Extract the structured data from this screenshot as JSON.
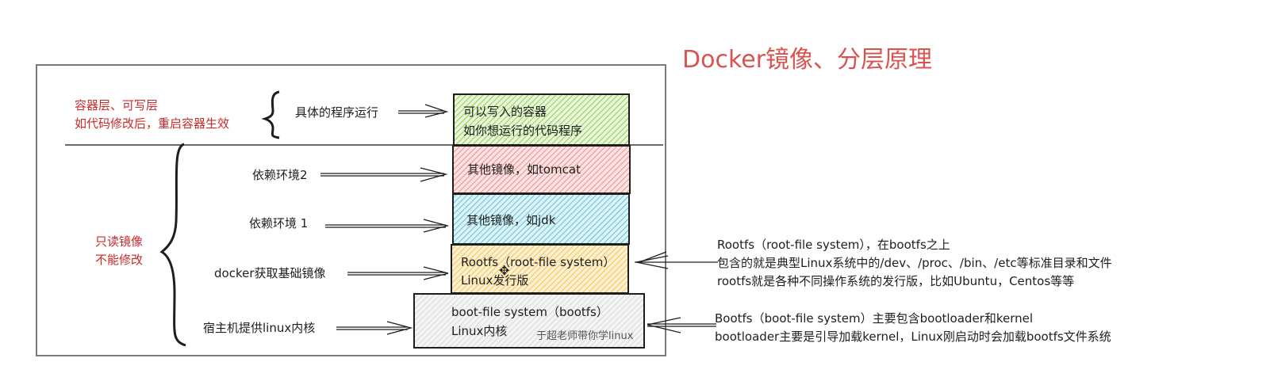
{
  "title": "Docker镜像、分层原理",
  "colors": {
    "title": "#d9534f",
    "annotation_red": "#c92a2a",
    "stroke": "#1e1e1e",
    "layer_container": "#8fce4a",
    "layer_tomcat": "#f08a8a",
    "layer_jdk": "#5fc3d6",
    "layer_rootfs": "#f5c451",
    "layer_bootfs": "#c9c9c9"
  },
  "left_labels": {
    "container_layer": [
      "容器层、可写层",
      "如代码修改后，重启容器生效"
    ],
    "readonly_image": [
      "只读镜像",
      "不能修改"
    ]
  },
  "arrow_labels": [
    {
      "id": "program",
      "text": "具体的程序运行"
    },
    {
      "id": "dep2",
      "text": "依赖环境2"
    },
    {
      "id": "dep1",
      "text": "依赖环境 1"
    },
    {
      "id": "base",
      "text": "docker获取基础镜像"
    },
    {
      "id": "kernel",
      "text": "宿主机提供linux内核"
    }
  ],
  "layers": [
    {
      "id": "container",
      "lines": [
        "可以写入的容器",
        "如你想运行的代码程序"
      ]
    },
    {
      "id": "tomcat",
      "lines": [
        "其他镜像，如tomcat"
      ]
    },
    {
      "id": "jdk",
      "lines": [
        "其他镜像，如jdk"
      ]
    },
    {
      "id": "rootfs",
      "lines": [
        "Rootfs（root-file system）",
        "Linux发行版"
      ]
    },
    {
      "id": "bootfs",
      "lines": [
        "boot-file system（bootfs）",
        "Linux内核"
      ],
      "watermark": "于超老师带你学linux"
    }
  ],
  "right_notes": {
    "rootfs": [
      "Rootfs（root-file system），在bootfs之上",
      "包含的就是典型Linux系统中的/dev、/proc、/bin、/etc等标准目录和文件",
      "rootfs就是各种不同操作系统的发行版，比如Ubuntu，Centos等等"
    ],
    "bootfs": [
      "Bootfs（boot-file system）主要包含bootloader和kernel",
      "bootloader主要是引导加载kernel，Linux刚启动时会加载bootfs文件系统"
    ]
  }
}
